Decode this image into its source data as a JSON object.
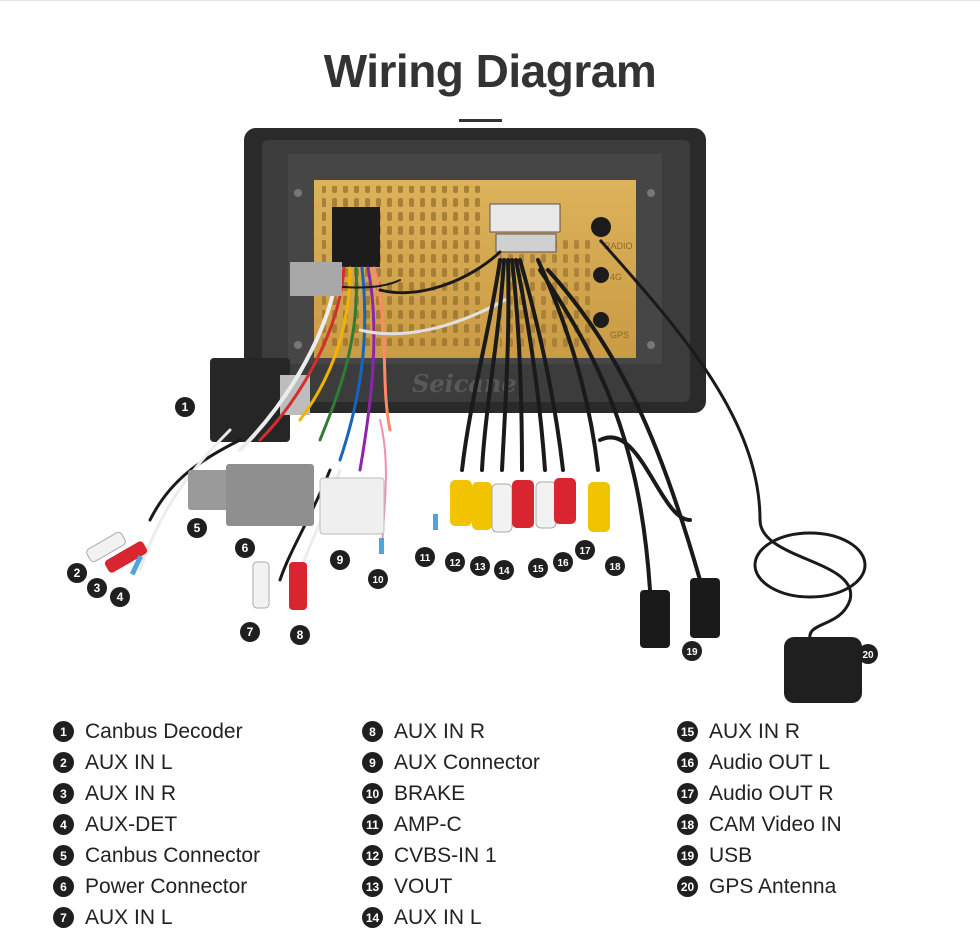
{
  "title": "Wiring Diagram",
  "device": {
    "brand": "Seicane",
    "port_labels": [
      "RADIO",
      "4G",
      "GPS"
    ]
  },
  "callouts": [
    "1",
    "2",
    "3",
    "4",
    "5",
    "6",
    "7",
    "8",
    "9",
    "10",
    "11",
    "12",
    "13",
    "14",
    "15",
    "16",
    "17",
    "18",
    "19",
    "20"
  ],
  "legend": {
    "col1": [
      {
        "num": "1",
        "label": "Canbus Decoder"
      },
      {
        "num": "2",
        "label": "AUX IN L"
      },
      {
        "num": "3",
        "label": "AUX IN R"
      },
      {
        "num": "4",
        "label": "AUX-DET"
      },
      {
        "num": "5",
        "label": "Canbus Connector"
      },
      {
        "num": "6",
        "label": "Power Connector"
      },
      {
        "num": "7",
        "label": "AUX IN L"
      }
    ],
    "col2": [
      {
        "num": "8",
        "label": "AUX IN R"
      },
      {
        "num": "9",
        "label": "AUX Connector"
      },
      {
        "num": "10",
        "label": "BRAKE"
      },
      {
        "num": "11",
        "label": "AMP-C"
      },
      {
        "num": "12",
        "label": "CVBS-IN 1"
      },
      {
        "num": "13",
        "label": "VOUT"
      },
      {
        "num": "14",
        "label": "AUX IN L"
      }
    ],
    "col3": [
      {
        "num": "15",
        "label": "AUX IN R"
      },
      {
        "num": "16",
        "label": "Audio OUT L"
      },
      {
        "num": "17",
        "label": "Audio OUT R"
      },
      {
        "num": "18",
        "label": "CAM Video IN"
      },
      {
        "num": "19",
        "label": "USB"
      },
      {
        "num": "20",
        "label": "GPS Antenna"
      }
    ]
  },
  "colors": {
    "frame": "#2a2a2a",
    "chassis": "#d6a94e",
    "rca_red": "#d8252f",
    "rca_white": "#f2f2f2",
    "rca_yellow": "#f2c300",
    "cable": "#1a1a1a",
    "connector_gray": "#9a9a9a",
    "badge": "#1f1f1f"
  }
}
